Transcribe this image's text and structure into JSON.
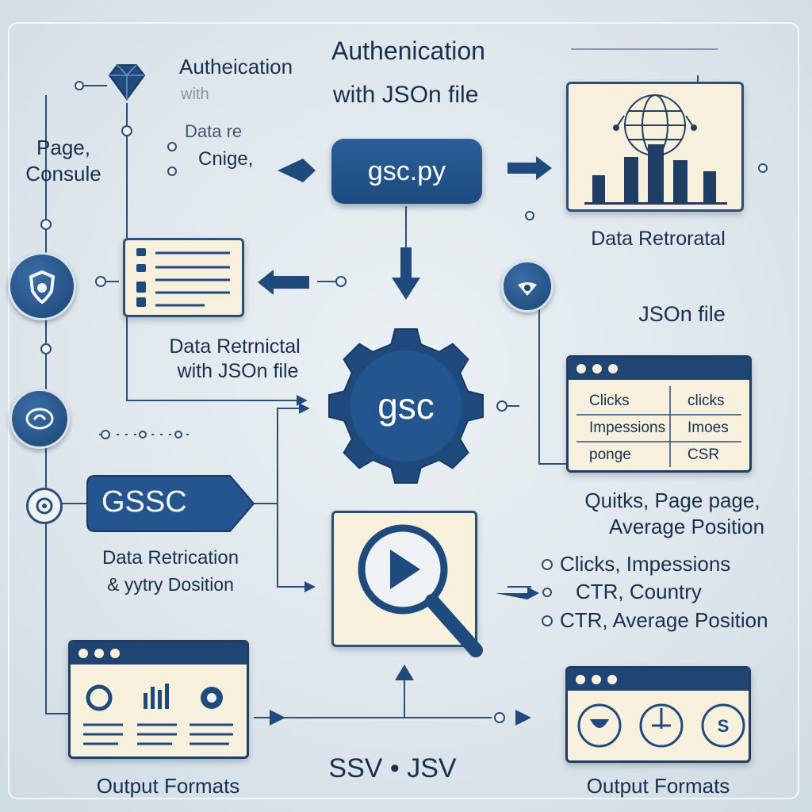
{
  "labels": {
    "auth_small_1": "Autheication",
    "auth_small_2": "with",
    "auth_big_1": "Authenication",
    "auth_big_2": "with JSOn file",
    "page_console_1": "Page,",
    "page_console_2": "Consule",
    "data_range_1": "Data re",
    "data_range_2": "Cnige,",
    "data_retrieval_top": "Data Retroratal",
    "json_file": "JSOn file",
    "data_retrieval_mid_1": "Data Retrnictal",
    "data_retrieval_mid_2": "with JSOn file",
    "metrics_1": "Quitks, Page page,",
    "metrics_2": "Average Position",
    "data_retrieval_low_1": "Data Retrication",
    "data_retrieval_low_2": "& yytry Dosition",
    "opt_1": "Clicks, Impessions",
    "opt_2": "CTR, Country",
    "opt_3": "CTR, Average Position",
    "output_left": "Output Formats",
    "output_right": "Output Formats",
    "formats": "SSV • JSV"
  },
  "nodes": {
    "gsc_py": "gsc.py",
    "gsc_gear": "gsc",
    "gsc_tag": "GSSC"
  },
  "table": {
    "rows": [
      [
        "Clicks",
        "clicks"
      ],
      [
        "Impessions",
        "Imoes"
      ],
      [
        "ponge",
        "CSR"
      ]
    ]
  },
  "icons": {
    "top_left": "diamond-icon",
    "globe_chart": "globe-bar-chart-icon",
    "search_play": "magnifier-play-icon",
    "gear": "gear-icon"
  },
  "colors": {
    "primary": "#1f4a7e",
    "text": "#17304f",
    "card": "#f6f0dd",
    "background": "#e4ebef"
  }
}
